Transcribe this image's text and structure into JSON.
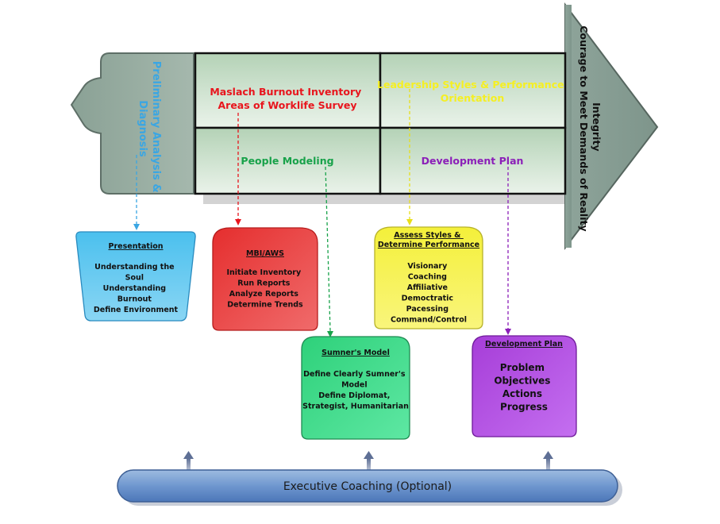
{
  "banner": {
    "preliminary_line1": "Preliminary Analysis &",
    "preliminary_line2": "Diagnosis",
    "arrow_line1": "Integrity",
    "arrow_line2": "Courage to Meet Demands of Reality"
  },
  "grid": {
    "maslach_line1": "Maslach Burnout Inventory",
    "maslach_line2": "Areas of Worklife Survey",
    "leadership_line1": "Leadership Styles & Performance",
    "leadership_line2": "Orientation",
    "people_modeling": "People Modeling",
    "development_plan": "Development Plan"
  },
  "cards": {
    "presentation": {
      "title": "Presentation",
      "lines": [
        "Understanding the",
        "Soul",
        "Understanding",
        "Burnout",
        "Define Environment"
      ]
    },
    "mbi": {
      "title": "MBI/AWS",
      "lines": [
        "Initiate Inventory",
        "Run Reports",
        "Analyze Reports",
        "Determine Trends"
      ]
    },
    "assess": {
      "title_line1": "Assess  Styles &",
      "title_line2": "Determine Performance",
      "lines": [
        "Visionary",
        "Coaching",
        "Affiliative",
        "Democtratic",
        "Pacessing",
        "Command/Control"
      ]
    },
    "sumner": {
      "title": "Sumner's Model",
      "lines": [
        "Define Clearly Sumner's",
        "Model",
        "Define Diplomat,",
        "Strategist, Humanitarian"
      ]
    },
    "devplan": {
      "title": "Development Plan",
      "lines": [
        "Problem",
        "Objectives",
        "Actions",
        "Progress"
      ]
    }
  },
  "footer": {
    "label": "Executive Coaching (Optional)"
  },
  "colors": {
    "grid_cell": "#c2dcc4",
    "grey_shape": "#8fa79a",
    "maslach": "#e8151d",
    "leadership": "#f5ef22",
    "people": "#18a24a",
    "develop": "#8b1fb8",
    "presentation_text": "#3aa6e3"
  }
}
